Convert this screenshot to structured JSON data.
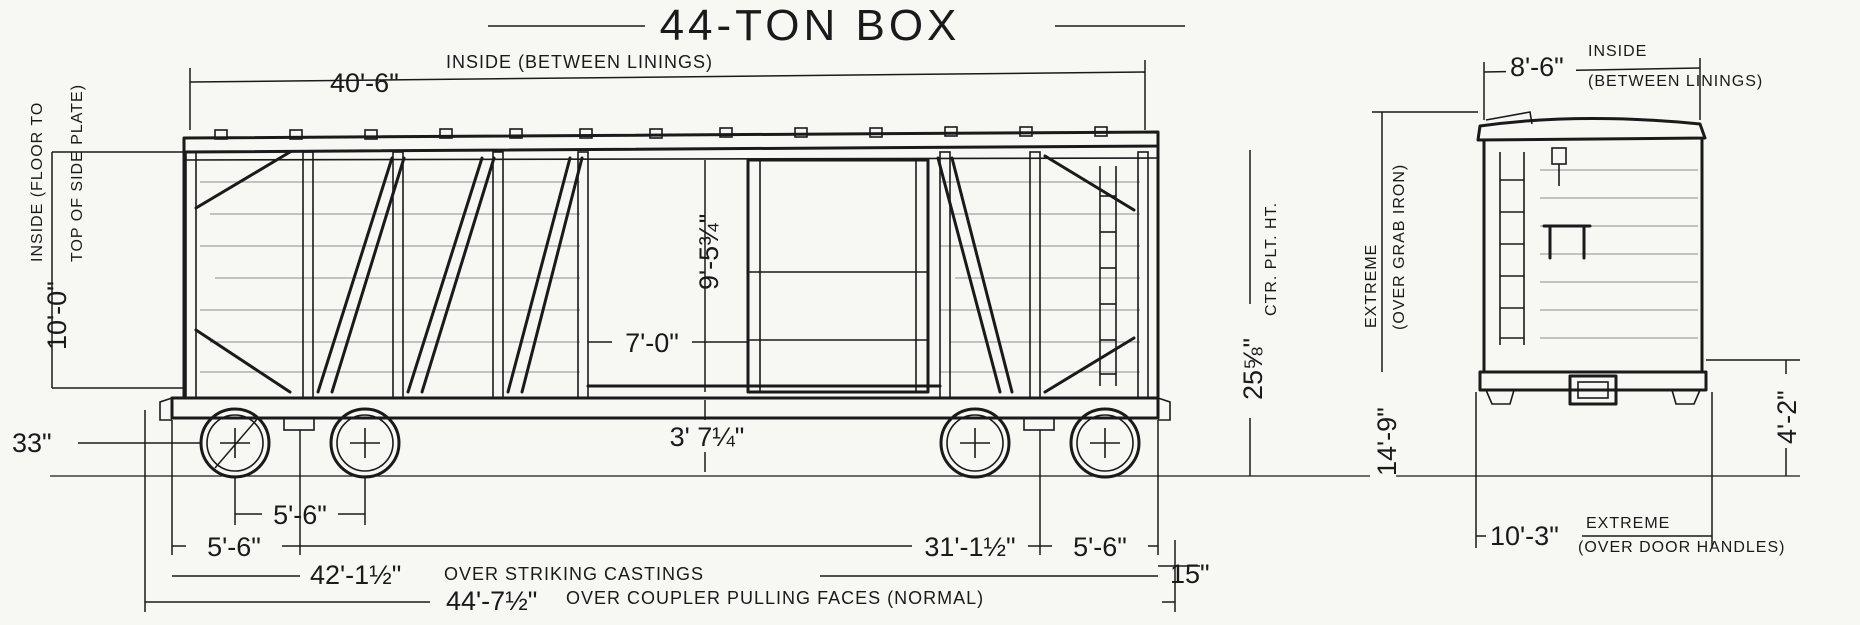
{
  "drawing": {
    "title": "44-TON BOX",
    "side_view": {
      "inside_length": {
        "value": "40'-6\"",
        "note": "INSIDE (BETWEEN LININGS)"
      },
      "inside_height": {
        "value": "10'-0\"",
        "note_line1": "INSIDE (FLOOR TO",
        "note_line2": "TOP OF SIDE PLATE)"
      },
      "door_height": "9'-5¾\"",
      "door_width": "7'-0\"",
      "platform_height": "3' 7¼\"",
      "center_plate_height": {
        "value": "25⅝\"",
        "note": "CTR. PLT. HT."
      },
      "wheel_diameter": "33\"",
      "truck_wheelbase": "5'-6\"",
      "end_to_truck_left": "5'-6\"",
      "truck_centers": "31'-1½\"",
      "end_to_truck_right": "5'-6\"",
      "striking_castings": {
        "value": "42'-1½\"",
        "note": "OVER STRIKING CASTINGS"
      },
      "coupler_offset": "15\"",
      "pulling_faces": {
        "value": "44'-7½\"",
        "note": "OVER COUPLER PULLING FACES (NORMAL)"
      }
    },
    "end_view": {
      "inside_width": {
        "value": "8'-6\"",
        "note_line1": "INSIDE",
        "note_line2": "(BETWEEN LININGS)"
      },
      "extreme_height": {
        "value": "14'-9\"",
        "note_line1": "EXTREME",
        "note_line2": "(OVER GRAB IRON)"
      },
      "handle_height": "4'-2\"",
      "extreme_width": {
        "value": "10'-3\"",
        "note_line1": "EXTREME",
        "note_line2": "(OVER DOOR HANDLES)"
      }
    }
  }
}
